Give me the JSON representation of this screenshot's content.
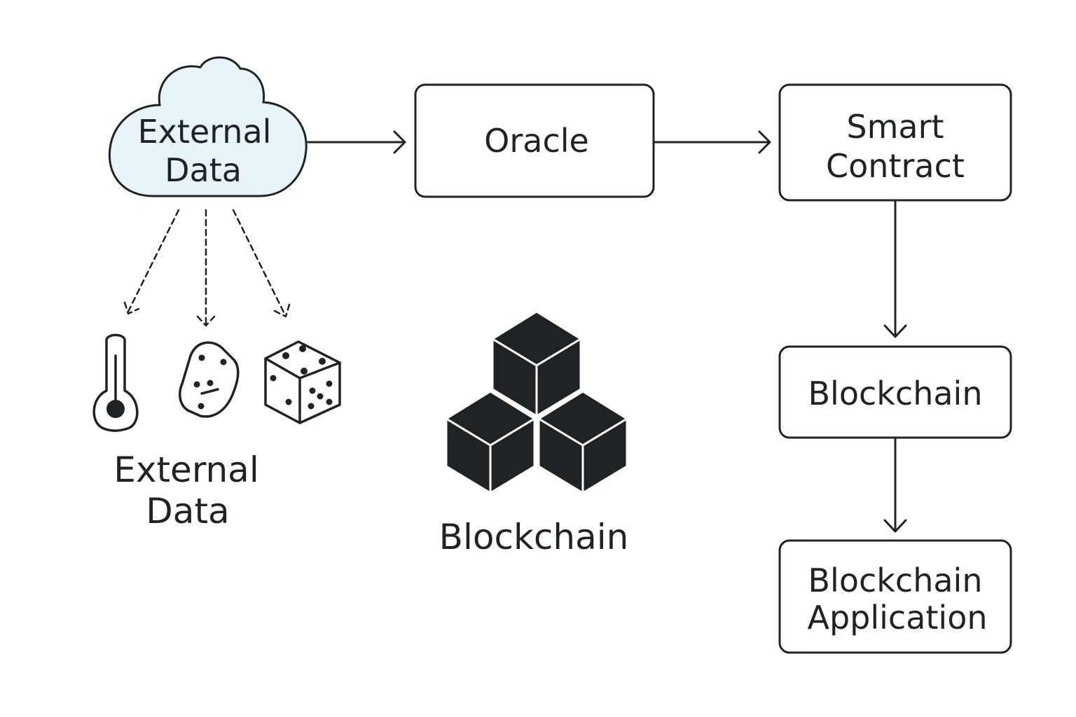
{
  "colors": {
    "ink": "#1f2326",
    "cloud_fill": "#e8f4fa",
    "background": "#ffffff",
    "cube_edge": "#ffffff"
  },
  "cloud": {
    "line1": "External",
    "line2": "Data"
  },
  "oracle": {
    "label": "Oracle"
  },
  "smart_contract": {
    "line1": "Smart",
    "line2": "Contract"
  },
  "blockchain_box": {
    "label": "Blockchain"
  },
  "application_box": {
    "line1": "Blockchain",
    "line2": "Application"
  },
  "external_caption": {
    "line1": "External",
    "line2": "Data"
  },
  "blockchain_caption": {
    "label": "Blockchain"
  },
  "icons": [
    "thermometer-icon",
    "rock-icon",
    "dice-icon",
    "blockchain-cubes-icon"
  ]
}
